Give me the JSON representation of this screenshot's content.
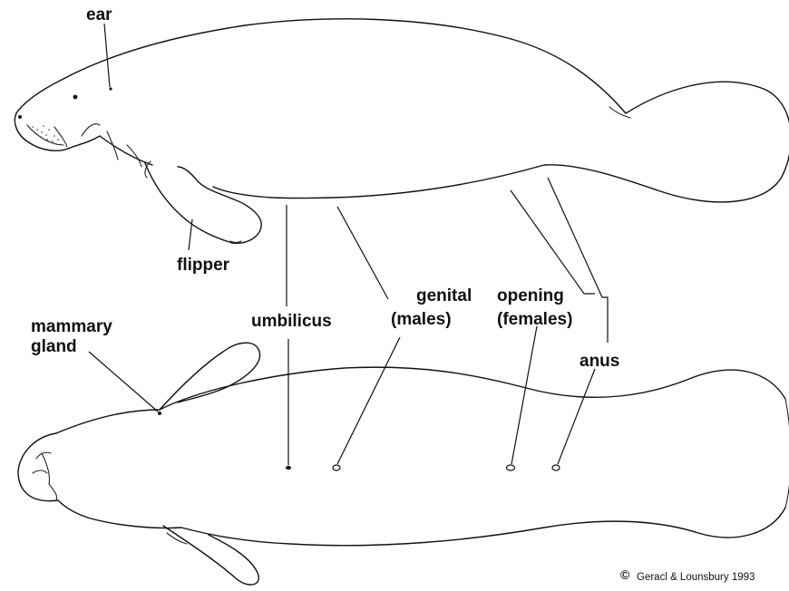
{
  "labels": {
    "ear": "ear",
    "flipper": "flipper",
    "mammary_line1": "mammary",
    "mammary_line2": "gland",
    "umbilicus": "umbilicus",
    "genital_line1": "genital",
    "genital_males": "(males)",
    "opening_line1": "opening",
    "opening_females": "(females)",
    "anus": "anus"
  },
  "copyright": {
    "symbol": "©",
    "text": "Geracl & Lounsbury 1993"
  }
}
